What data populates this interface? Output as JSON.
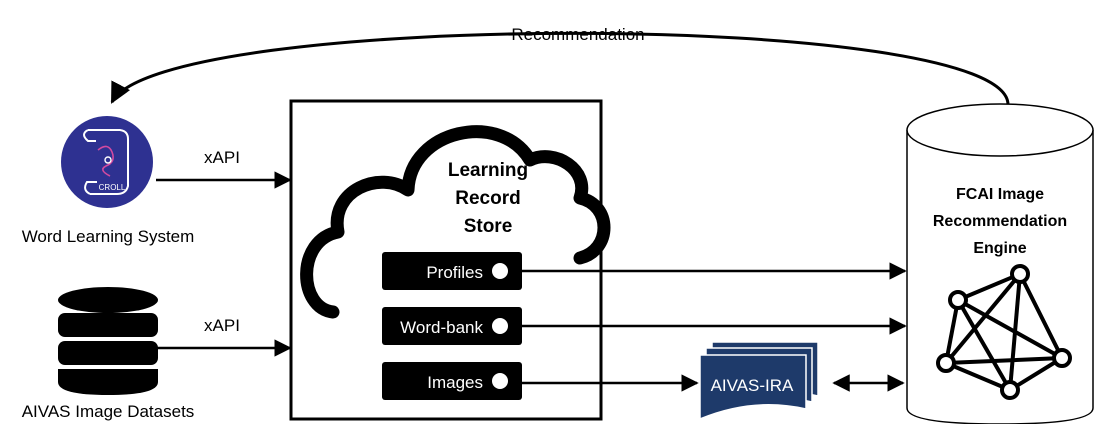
{
  "edge_labels": {
    "recommendation": "Recommendation",
    "xapi_top": "xAPI",
    "xapi_bottom": "xAPI"
  },
  "word_learning_system": {
    "label": "Word Learning System",
    "logo_text": "CROLL"
  },
  "datasets": {
    "label": "AIVAS Image Datasets"
  },
  "lrs": {
    "title_line1": "Learning",
    "title_line2": "Record",
    "title_line3": "Store",
    "items": [
      {
        "label": "Profiles"
      },
      {
        "label": "Word-bank"
      },
      {
        "label": "Images"
      }
    ]
  },
  "engine": {
    "title_line1": "FCAI Image",
    "title_line2": "Recommendation",
    "title_line3": "Engine"
  },
  "ira": {
    "label": "AIVAS-IRA"
  },
  "colors": {
    "logo_bg": "#2e3191",
    "doc_fill": "#1e3a6a",
    "line": "#000000"
  }
}
